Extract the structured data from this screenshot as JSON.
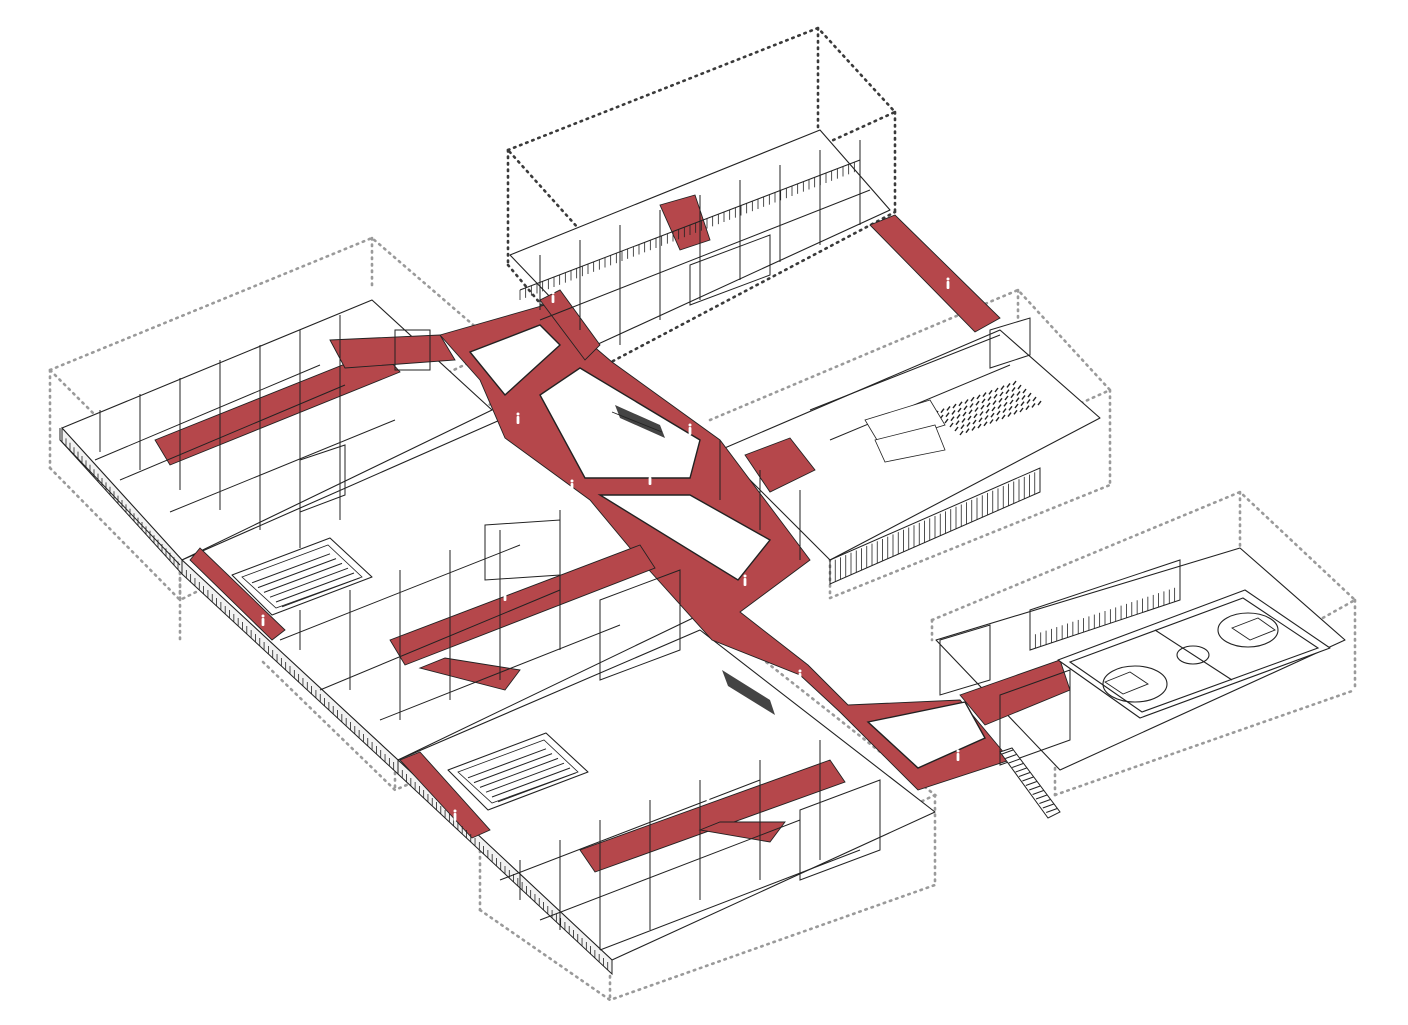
{
  "drawing": {
    "view": "axonometric",
    "circulation_color": "#b5474b",
    "line_color": "#222222",
    "envelope_line_color": "#9a9a9a",
    "background_color": "#ffffff"
  },
  "blocks": [
    {
      "id": "administration-wing",
      "envelope": "dotted"
    },
    {
      "id": "west-classroom-wing",
      "envelope": "dotted"
    },
    {
      "id": "middle-classroom-wing",
      "envelope": "dotted"
    },
    {
      "id": "south-classroom-wing",
      "envelope": "dotted"
    },
    {
      "id": "auditorium-block",
      "envelope": "dotted"
    },
    {
      "id": "gymnasium-block",
      "envelope": "dotted"
    }
  ],
  "features": [
    "circulation-spine",
    "atrium-voids",
    "swimming-pools",
    "basketball-court",
    "auditorium-seating",
    "exterior-stair",
    "human-figures"
  ]
}
